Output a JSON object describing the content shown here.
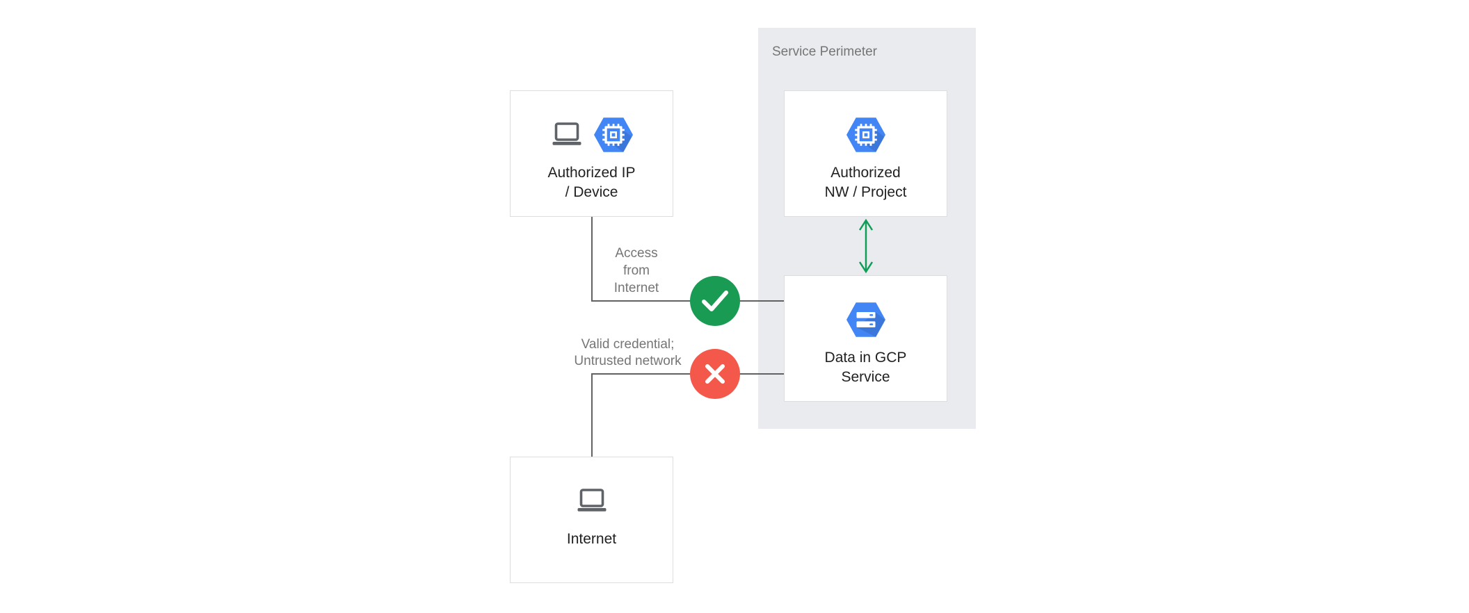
{
  "colors": {
    "canvas-bg": "#ffffff",
    "panel-bg": "#E9EBEE",
    "box-bg": "#ffffff",
    "box-border": "#DBDDDF",
    "label-text": "#212121",
    "muted-text": "#757575",
    "connector": "#616161",
    "green": "#1A9B53",
    "red": "#F4584A",
    "arrow-green": "#0F9D58",
    "gcp-blue": "#4285F4",
    "icon-gray": "#5F6368"
  },
  "perimeter": {
    "label": "Service Perimeter"
  },
  "nodes": {
    "authorized_ip_device": {
      "label": "Authorized IP\n/ Device",
      "icons": [
        "laptop-icon",
        "compute-engine-icon"
      ]
    },
    "authorized_nw_project": {
      "label": "Authorized\nNW / Project",
      "icons": [
        "compute-engine-icon"
      ]
    },
    "data_in_gcp_service": {
      "label": "Data in GCP\nService",
      "icons": [
        "cloud-storage-icon"
      ]
    },
    "internet": {
      "label": "Internet",
      "icons": [
        "laptop-icon"
      ]
    }
  },
  "annotations": {
    "access_from_internet": "Access\nfrom\nInternet",
    "valid_credential_untrusted": "Valid credential;\nUntrusted network"
  },
  "indicators": {
    "allowed": "check-icon",
    "denied": "cross-icon"
  }
}
